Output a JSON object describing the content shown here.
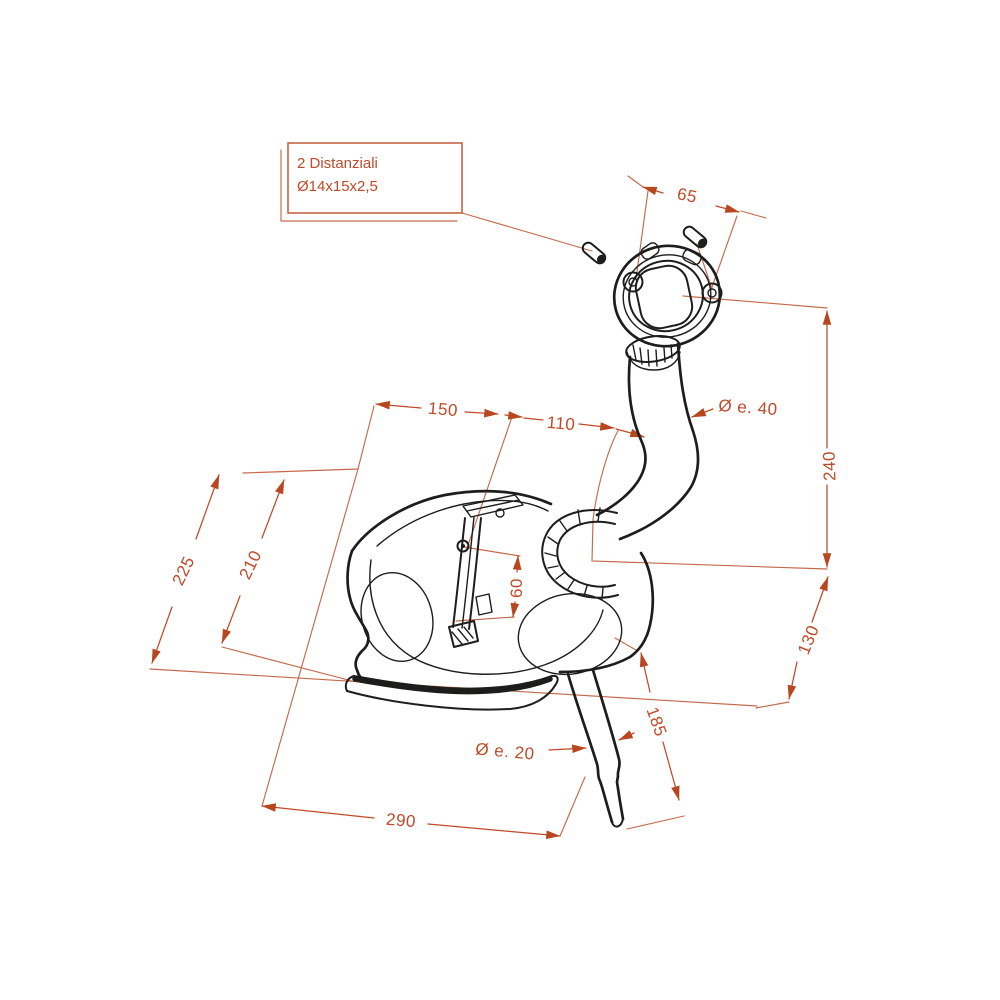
{
  "figure": {
    "type": "technical-drawing",
    "callout": {
      "line1": "2 Distanziali",
      "line2": "Ø14x15x2,5"
    },
    "dimensions": {
      "d65": "65",
      "d150": "150",
      "d110": "110",
      "dia40": "Ø e. 40",
      "d240": "240",
      "d225": "225",
      "d210": "210",
      "d60": "60",
      "d130": "130",
      "d185": "185",
      "dia20": "Ø e. 20",
      "d290": "290"
    },
    "colors": {
      "annotation": "#bf4a28",
      "line": "#1d1d1b",
      "background": "#ffffff"
    }
  }
}
